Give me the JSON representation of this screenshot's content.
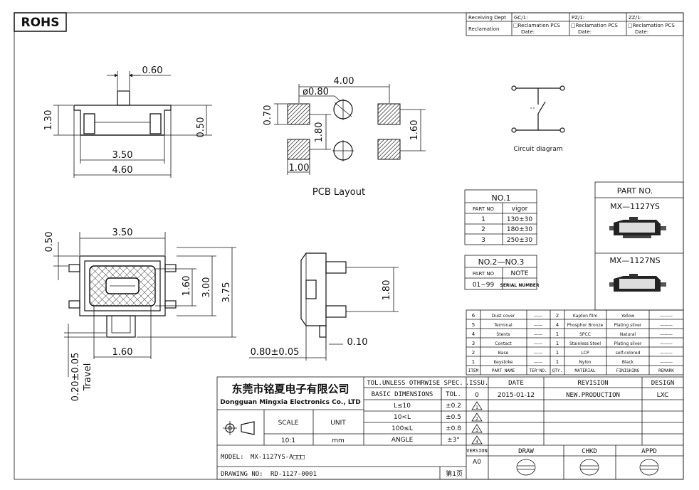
{
  "rohs": "ROHS",
  "header": {
    "receiving_dept": "Receiving Dept",
    "gc": "GC/1:",
    "pz": "PZ/1:",
    "zz": "ZZ/1:",
    "reclamation": "Reclamation",
    "reclamation_pcs": "□Reclamation  PCS",
    "date": "Date:"
  },
  "dims": {
    "side_060": "0.60",
    "side_130": "1.30",
    "side_050": "0.50",
    "side_350": "3.50",
    "side_460": "4.60",
    "pcb_400": "4.00",
    "pcb_phi080": "ø0.80",
    "pcb_070": "0.70",
    "pcb_180": "1.80",
    "pcb_160": "1.60",
    "pcb_100": "1.00",
    "pcb_layout": "PCB Layout",
    "top_350": "3.50",
    "top_050": "0.50",
    "top_160v": "1.60",
    "top_300": "3.00",
    "top_375": "3.75",
    "top_160h": "1.60",
    "travel": "0.20±0.05",
    "travel_label": "Travel",
    "right_180": "1.80",
    "right_010": "0.10",
    "right_080": "0.80±0.05"
  },
  "circuit_label": "Circuit diagram",
  "no1": {
    "title": "NO.1",
    "headers": [
      "PART NO",
      "vigor"
    ],
    "rows": [
      [
        "1",
        "130±30"
      ],
      [
        "2",
        "180±30"
      ],
      [
        "3",
        "250±30"
      ]
    ]
  },
  "no23": {
    "title": "NO.2—NO.3",
    "headers": [
      "PART NO",
      "NOTE"
    ],
    "rows": [
      [
        "01~99",
        "SERIAL NUMBER"
      ]
    ]
  },
  "part_no": {
    "title": "PART NO.",
    "p1": "MX—1127YS",
    "p2": "MX—1127NS"
  },
  "bom": {
    "rows": [
      [
        "6",
        "Dust cover",
        "——",
        "2",
        "Kapton film",
        "Yellow",
        "———"
      ],
      [
        "5",
        "Terminal",
        "——",
        "4",
        "Phosphor Bronze",
        "Plating silver",
        "———"
      ],
      [
        "4",
        "Stents",
        "——",
        "1",
        "SPCC",
        "Natural",
        "———"
      ],
      [
        "3",
        "Contact",
        "——",
        "1",
        "Stainless Steel",
        "Plating silver",
        "———"
      ],
      [
        "2",
        "Base",
        "——",
        "1",
        "LCP",
        "self-colored",
        "———"
      ],
      [
        "1",
        "Keystoke",
        "——",
        "1",
        "Nylon",
        "Black",
        "———"
      ]
    ],
    "headers": [
      "ITEM",
      "PART NAME",
      "TER'NO.",
      "QTY.",
      "MATERIAL",
      "FINISHING",
      "REMARK"
    ]
  },
  "title_block": {
    "company_cn": "东莞市铭夏电子有限公司",
    "company_en": "Dongguan Mingxia Electronics Co., LTD",
    "tol_spec": "TOL.UNLESS OTHRWISE SPEC.",
    "basic_dim": "BASIC DIMENSIONS",
    "tol": "TOL.",
    "tol_rows": [
      [
        "L≤10",
        "±0.2"
      ],
      [
        "10<L",
        "±0.5"
      ],
      [
        "100≤L",
        "±0.8"
      ],
      [
        "ANGLE",
        "±3°"
      ]
    ],
    "scale": "SCALE",
    "unit": "UNIT",
    "scale_val": "10:1",
    "unit_val": "mm",
    "issu": ".ISSU.",
    "date_h": "DATE",
    "revision_h": "REVISION",
    "design_h": "DESIGN",
    "issu_val": "0",
    "date_val": "2015-01-12",
    "revision_val": "NEW.PRODUCTION",
    "design_val": "LXC",
    "tri": [
      "1",
      "2",
      "3",
      "4"
    ],
    "version": "VERSION",
    "version_val": "A0",
    "draw": "DRAW",
    "chkd": "CHKD",
    "appd": "APPD",
    "model_label": "MODEL:",
    "model_val": "MX-1127YS-A□□□",
    "drawing_label": "DRAWING NO:",
    "drawing_val": "RD-1127-0001",
    "page": "第1页"
  }
}
